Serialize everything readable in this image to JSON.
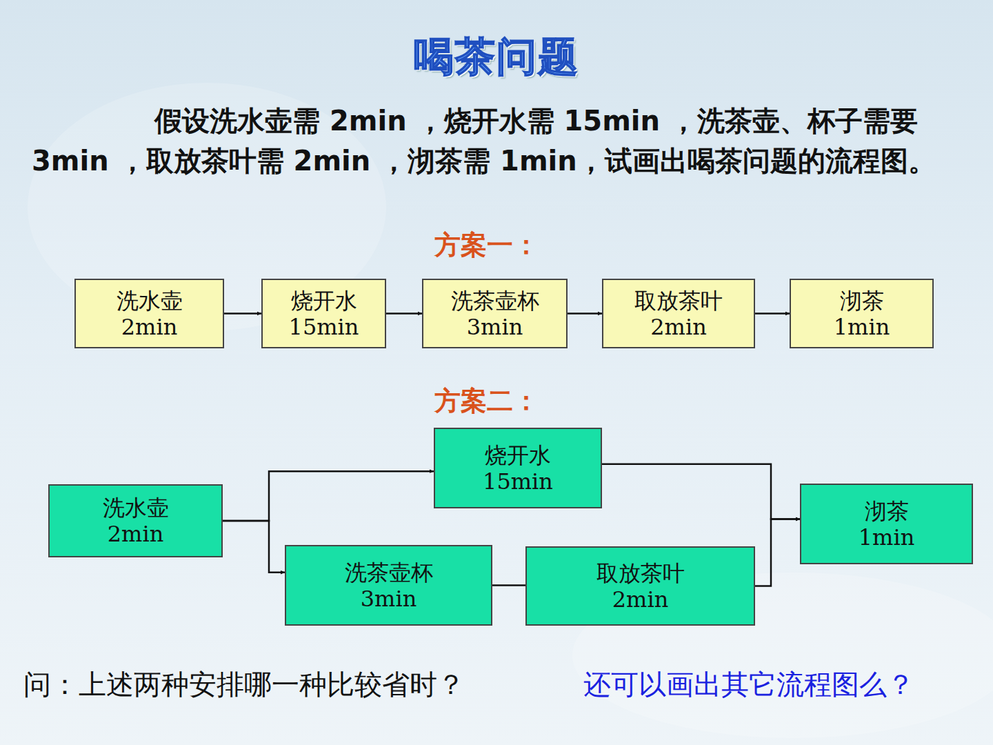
{
  "diagram": {
    "title": "喝茶问题",
    "nodes": [
      {
        "text": [
          "洗水壶",
          "2min"
        ]
      },
      {
        "text": [
          "烧开水",
          "15min"
        ]
      },
      {
        "text": [
          "洗茶壶杯",
          "3min"
        ]
      },
      {
        "text": [
          "取放茶叶",
          "2min"
        ]
      },
      {
        "text": [
          "沏茶",
          "1min"
        ]
      },
      {
        "text": [
          "洗水壶",
          "2min"
        ]
      },
      {
        "text": [
          "烧开水",
          "15min"
        ]
      },
      {
        "text": [
          "洗茶壶杯",
          "3min"
        ]
      },
      {
        "text": [
          "取放茶叶",
          "2min"
        ]
      },
      {
        "text": [
          "沏茶",
          "1min"
        ]
      }
    ],
    "edges": [
      {
        "from": 0,
        "to": 1,
        "arrow": "to"
      },
      {
        "from": 1,
        "to": 2,
        "arrow": "to"
      },
      {
        "from": 2,
        "to": 3,
        "arrow": "to"
      },
      {
        "from": 3,
        "to": 4,
        "arrow": "to"
      },
      {
        "from": 5,
        "to": 6,
        "arrow": "to"
      },
      {
        "from": 5,
        "to": 7,
        "arrow": "to"
      },
      {
        "from": 7,
        "to": 8,
        "arrow": "none"
      },
      {
        "from": 6,
        "to": 9,
        "arrow": "to"
      },
      {
        "from": 8,
        "to": 9,
        "arrow": "to"
      }
    ],
    "labels": [
      "假设洗水壶需 2min ，烧开水需 15min ，洗茶壶、杯子需要 3min ，取放茶叶需 2min ，沏茶需 1min，试画出喝茶问题的流程图。",
      "方案一：",
      "方案二：",
      "问：上述两种安排哪一种比较省时？",
      "还可以画出其它流程图么？"
    ]
  }
}
